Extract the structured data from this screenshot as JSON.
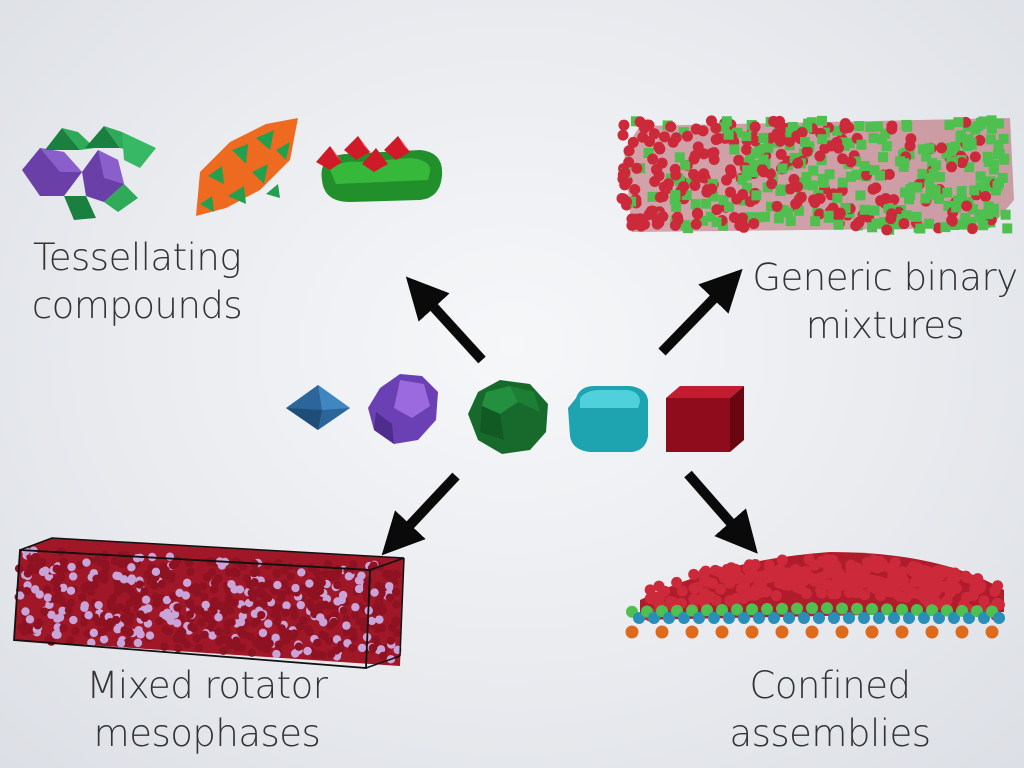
{
  "labels": {
    "top_left": [
      "Tessellating",
      "compounds"
    ],
    "top_right": [
      "Generic binary",
      "mixtures"
    ],
    "bottom_left": [
      "Mixed rotator",
      "mesophases"
    ],
    "bottom_right": [
      "Confined",
      "assemblies"
    ]
  },
  "colors": {
    "octahedron": "#2f6da0",
    "truncated_octahedron": "#7a4fc0",
    "rhombic_shape": "#1d7a34",
    "rounded_cube": "#27b3bf",
    "cube": "#9b0f1f",
    "arrow": "#0a0a0a",
    "red_particle": "#cc2a3a",
    "green_particle": "#4fc04f",
    "lilac_particle": "#c9a4d8",
    "blue_particle": "#2a8fb8",
    "orange_particle": "#e06a1c"
  },
  "icons": [
    "octahedron-icon",
    "truncated-octahedron-icon",
    "rhombic-shape-icon",
    "rounded-cube-icon",
    "cube-icon"
  ]
}
